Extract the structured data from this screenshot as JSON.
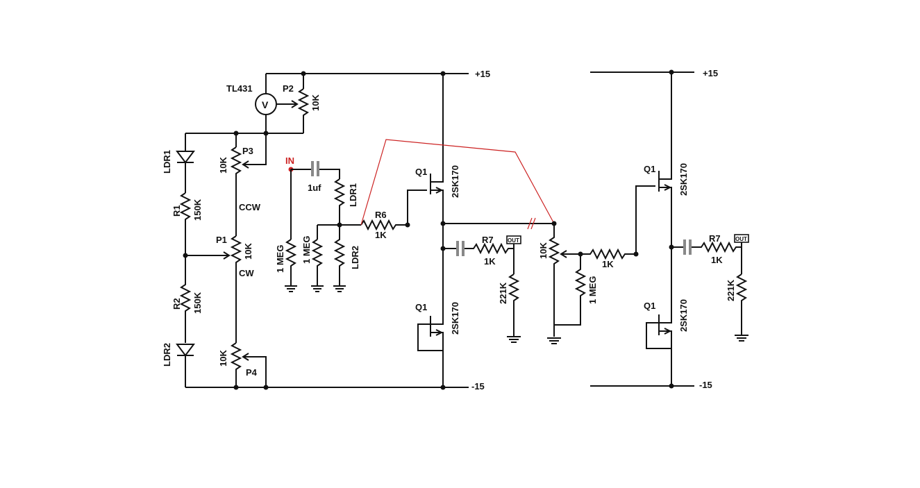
{
  "rails": {
    "pos": "+15",
    "neg": "-15"
  },
  "ref": {
    "ic": "TL431",
    "meter": "V"
  },
  "pots": {
    "p1": "P1",
    "p2": "P2",
    "p3": "P3",
    "p4": "P4",
    "val": "10K",
    "ccw": "CCW",
    "cw": "CW"
  },
  "ldr": {
    "ldr1": "LDR1",
    "ldr2": "LDR2"
  },
  "res": {
    "r1": "R1",
    "r2": "R2",
    "r150": "150K",
    "r6": "R6",
    "r7": "R7",
    "k1": "1K",
    "meg": "1 MEG",
    "k221": "221K"
  },
  "input": {
    "label": "IN",
    "cap": "1uf"
  },
  "fet": {
    "q": "Q1",
    "part": "2SK170"
  },
  "out": "OUT"
}
